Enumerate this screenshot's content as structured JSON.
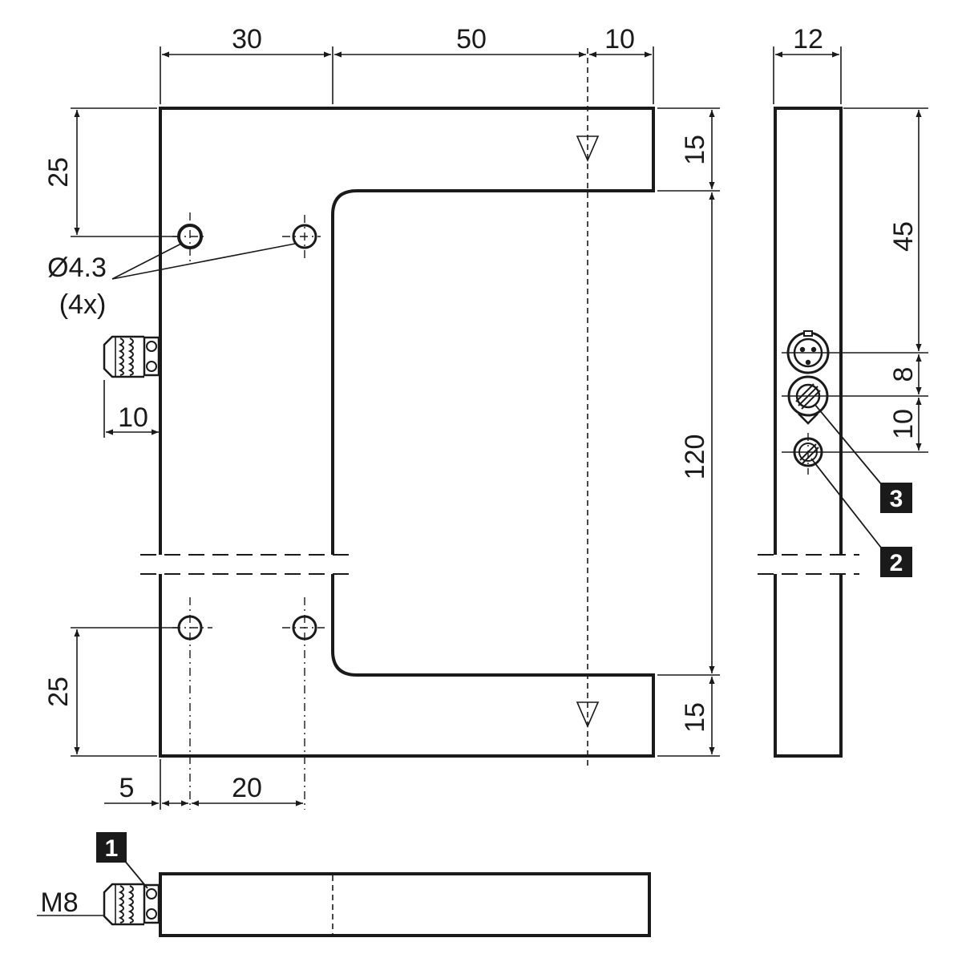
{
  "dimensions": {
    "top_30": "30",
    "top_50": "50",
    "top_10": "10",
    "side_12": "12",
    "left_25_top": "25",
    "left_25_bottom": "25",
    "right_15_top": "15",
    "right_120": "120",
    "right_15_bottom": "15",
    "side_45": "45",
    "side_8": "8",
    "side_10": "10",
    "connector_10": "10",
    "bottom_5": "5",
    "bottom_20": "20"
  },
  "hole_label": "Ø4.3",
  "hole_count": "(4x)",
  "thread_label": "M8",
  "callouts": [
    "1",
    "2",
    "3"
  ]
}
